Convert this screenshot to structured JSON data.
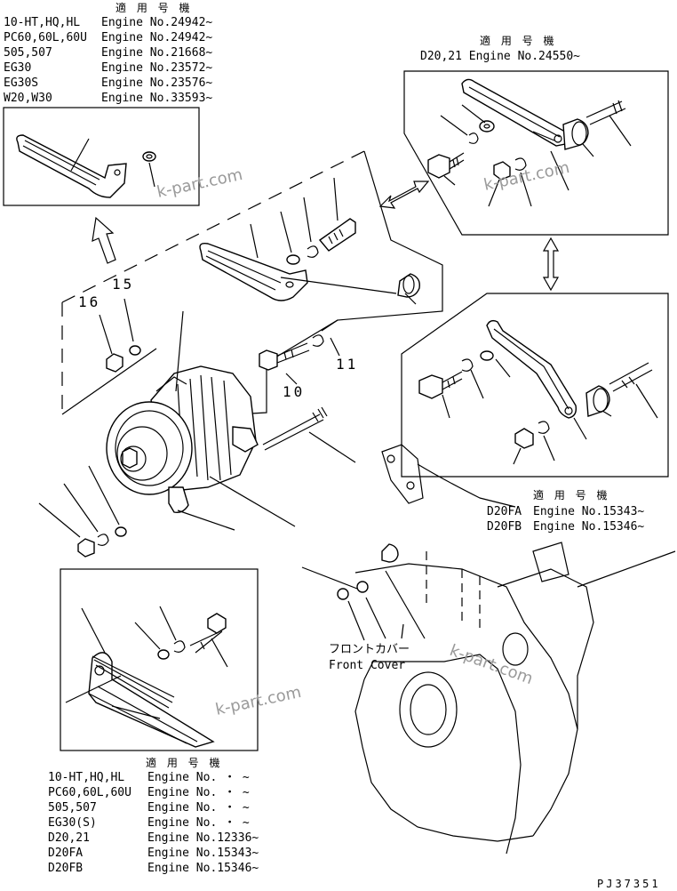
{
  "header_label": "適 用 号 機",
  "top_left_applicability": [
    {
      "model": "10-HT,HQ,HL",
      "engine": "Engine No.24942~"
    },
    {
      "model": "PC60,60L,60U",
      "engine": "Engine No.24942~"
    },
    {
      "model": "505,507",
      "engine": "Engine No.21668~"
    },
    {
      "model": "EG30",
      "engine": "Engine No.23572~"
    },
    {
      "model": "EG30S",
      "engine": "Engine No.23576~"
    },
    {
      "model": "W20,W30",
      "engine": "Engine No.33593~"
    }
  ],
  "top_right_applicability": {
    "label": "D20,21 Engine No.24550~"
  },
  "mid_right_applicability": [
    {
      "model": "D20FA",
      "engine": "Engine No.15343~"
    },
    {
      "model": "D20FB",
      "engine": "Engine No.15346~"
    }
  ],
  "bottom_left_applicability": [
    {
      "model": "10-HT,HQ,HL",
      "engine": "Engine No.  ・  ~"
    },
    {
      "model": "PC60,60L,60U",
      "engine": "Engine No.  ・  ~"
    },
    {
      "model": "505,507",
      "engine": "Engine No.  ・  ~"
    },
    {
      "model": "EG30(S)",
      "engine": "Engine No.  ・  ~"
    },
    {
      "model": "D20,21",
      "engine": "Engine No.12336~"
    },
    {
      "model": "D20FA",
      "engine": "Engine No.15343~"
    },
    {
      "model": "D20FB",
      "engine": "Engine No.15346~"
    }
  ],
  "callouts": {
    "c15": "15",
    "c16": "16",
    "c10": "10",
    "c11": "11"
  },
  "front_cover_jp": "フロントカバー",
  "front_cover_en": "Front Cover",
  "watermark": "k-part.com",
  "drawing_number": "PJ37351"
}
